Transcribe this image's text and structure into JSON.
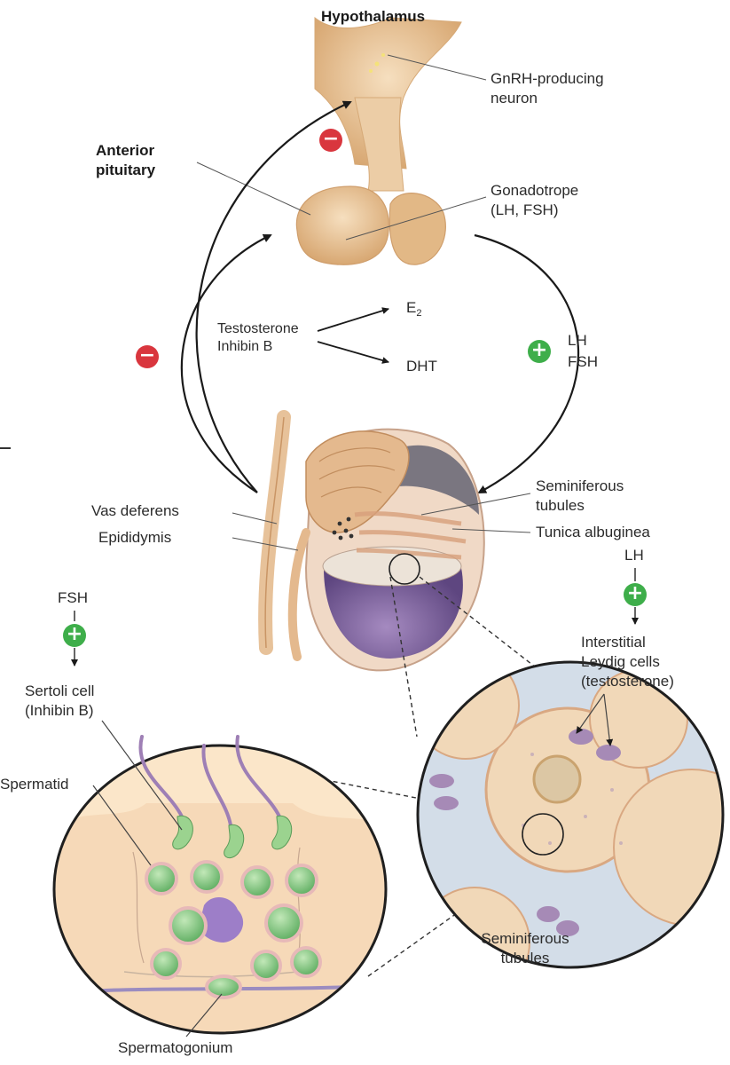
{
  "labels": {
    "hypothalamus": "Hypothalamus",
    "gnrh_neuron_line1": "GnRH-producing",
    "gnrh_neuron_line2": "neuron",
    "anterior_pituitary_line1": "Anterior",
    "anterior_pituitary_line2": "pituitary",
    "gonadotrope_line1": "Gonadotrope",
    "gonadotrope_line2": "(LH, FSH)",
    "testosterone": "Testosterone",
    "inhibin_b": "Inhibin B",
    "e2_base": "E",
    "e2_sub": "2",
    "dht": "DHT",
    "lh_top": "LH",
    "fsh_top": "FSH",
    "seminiferous_tubules_line1": "Seminiferous",
    "seminiferous_tubules_line2": "tubules",
    "tunica_albuginea": "Tunica albuginea",
    "vas_deferens": "Vas deferens",
    "epididymis": "Epididymis",
    "lh_right": "LH",
    "interstitial_line1": "Interstitial",
    "interstitial_line2": "Leydig cells",
    "interstitial_line3": "(testosterone)",
    "fsh_left": "FSH",
    "sertoli_line1": "Sertoli cell",
    "sertoli_line2": "(Inhibin B)",
    "spermatid": "Spermatid",
    "seminiferous_bottom_line1": "Seminiferous",
    "seminiferous_bottom_line2": "tubules",
    "spermatogonium": "Spermatogonium"
  },
  "badges": {
    "inhibit": "−",
    "stimulate": "+"
  },
  "colors": {
    "inhibit_badge": "#d9363e",
    "stimulate_badge": "#3eae4a",
    "pituitary_tissue": "#e9c89e",
    "testis_body": "#8a6aa8",
    "tubule_tissue": "#f3dcc0",
    "germ_cell": "#8fce8c"
  }
}
